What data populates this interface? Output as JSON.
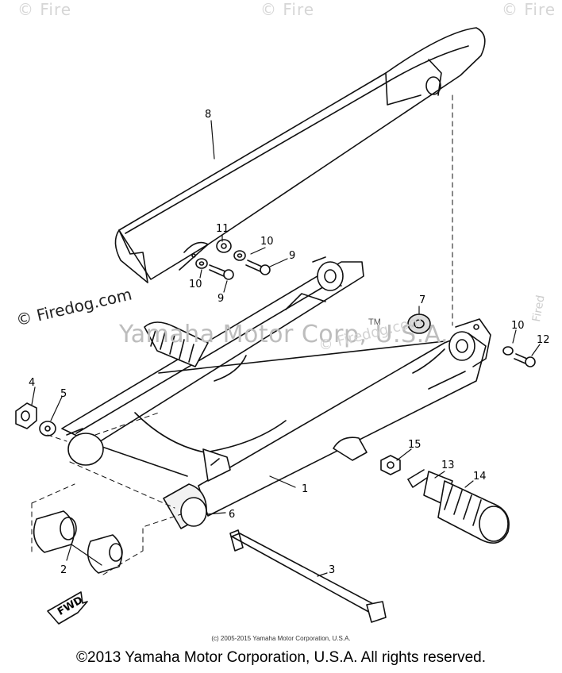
{
  "watermarks": {
    "top_left": "© Fire",
    "top_center": "© Fire",
    "top_right": "© Fire",
    "firedog": "© Firedog.com",
    "yamaha": "Yamaha Motor Corp, U.S.A.",
    "firedog_faint": "© Firedog.com",
    "trademark": "TM",
    "right_edge": "Fired"
  },
  "part_labels": {
    "p1": "1",
    "p2": "2",
    "p3": "3",
    "p4": "4",
    "p5": "5",
    "p6": "6",
    "p7": "7",
    "p8": "8",
    "p9a": "9",
    "p9b": "9",
    "p10a": "10",
    "p10b": "10",
    "p10c": "10",
    "p11": "11",
    "p12": "12",
    "p13": "13",
    "p14": "14",
    "p15": "15"
  },
  "fwd_label": "FWD",
  "small_copyright": "(c) 2005-2015 Yamaha Motor Corporation, U.S.A.",
  "footer": "©2013 Yamaha Motor Corporation, U.S.A. All rights reserved."
}
